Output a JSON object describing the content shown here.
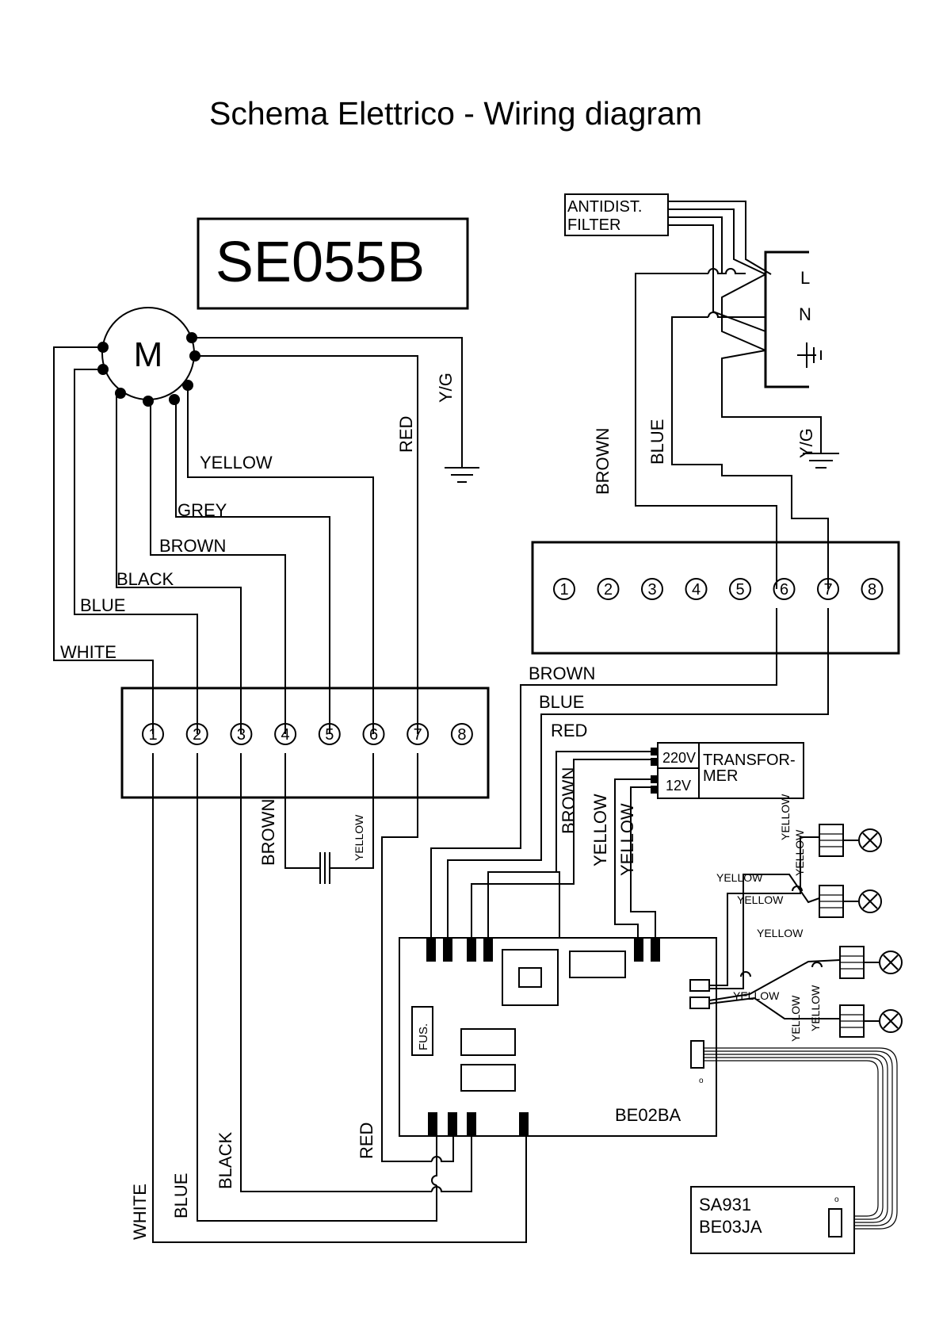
{
  "title": "Schema Elettrico - Wiring diagram",
  "model": "SE055B",
  "motor_label": "M",
  "antidist_filter": [
    "ANTIDIST.",
    "FILTER"
  ],
  "mains": {
    "l": "L",
    "n": "N"
  },
  "terminal_numbers": [
    "1",
    "2",
    "3",
    "4",
    "5",
    "6",
    "7",
    "8"
  ],
  "transformer": {
    "v220": "220V",
    "v12": "12V",
    "label": [
      "TRANSFOR-",
      "MER"
    ]
  },
  "board": {
    "name": "BE02BA",
    "fuse": "FUS."
  },
  "remote": {
    "line1": "SA931",
    "line2": "BE03JA"
  },
  "motor_wires": {
    "white": "WHITE",
    "blue": "BLUE",
    "black": "BLACK",
    "brown": "BROWN",
    "grey": "GREY",
    "yellow": "YELLOW",
    "red": "RED",
    "yg": "Y/G"
  },
  "right_wires": {
    "brown": "BROWN",
    "blue": "BLUE",
    "yg": "Y/G",
    "brown_h": "BROWN",
    "blue_h": "BLUE",
    "red_h": "RED"
  },
  "board_wires": {
    "brown_v": "BROWN",
    "yellow_v1": "YELLOW",
    "yellow_v2": "YELLOW",
    "cap_brown": "BROWN",
    "cap_yellow": "YELLOW",
    "bottom_red": "RED",
    "bottom_black": "BLACK",
    "bottom_blue": "BLUE",
    "bottom_white": "WHITE"
  },
  "lamp_wires": {
    "l1": "YELLOW",
    "l2": "YELLOW",
    "l3": "YELLOW",
    "l4": "YELLOW",
    "l5": "YELLOW",
    "l6": "YELLOW",
    "l7": "YELLOW",
    "l8": "YELLOW"
  }
}
